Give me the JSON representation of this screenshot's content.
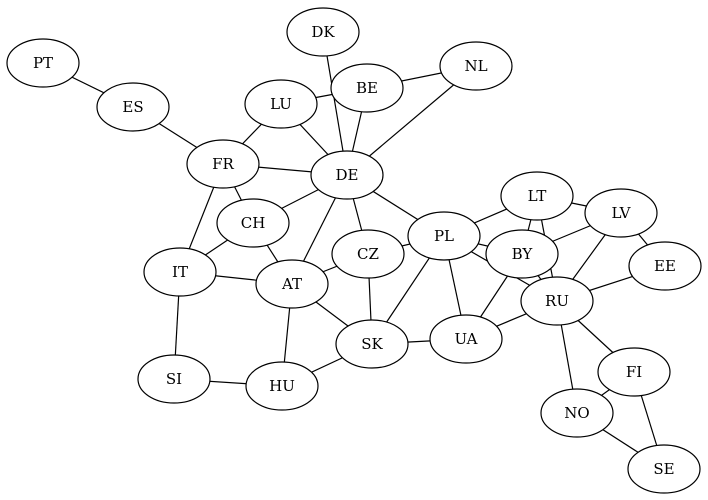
{
  "diagram": {
    "nodes": [
      {
        "id": "PT",
        "label": "PT"
      },
      {
        "id": "ES",
        "label": "ES"
      },
      {
        "id": "DK",
        "label": "DK"
      },
      {
        "id": "LU",
        "label": "LU"
      },
      {
        "id": "BE",
        "label": "BE"
      },
      {
        "id": "NL",
        "label": "NL"
      },
      {
        "id": "FR",
        "label": "FR"
      },
      {
        "id": "DE",
        "label": "DE"
      },
      {
        "id": "CH",
        "label": "CH"
      },
      {
        "id": "LT",
        "label": "LT"
      },
      {
        "id": "LV",
        "label": "LV"
      },
      {
        "id": "PL",
        "label": "PL"
      },
      {
        "id": "BY",
        "label": "BY"
      },
      {
        "id": "CZ",
        "label": "CZ"
      },
      {
        "id": "IT",
        "label": "IT"
      },
      {
        "id": "AT",
        "label": "AT"
      },
      {
        "id": "EE",
        "label": "EE"
      },
      {
        "id": "RU",
        "label": "RU"
      },
      {
        "id": "SK",
        "label": "SK"
      },
      {
        "id": "UA",
        "label": "UA"
      },
      {
        "id": "SI",
        "label": "SI"
      },
      {
        "id": "HU",
        "label": "HU"
      },
      {
        "id": "FI",
        "label": "FI"
      },
      {
        "id": "NO",
        "label": "NO"
      },
      {
        "id": "SE",
        "label": "SE"
      }
    ],
    "edges": [
      [
        "PT",
        "ES"
      ],
      [
        "ES",
        "FR"
      ],
      [
        "FR",
        "LU"
      ],
      [
        "FR",
        "DE"
      ],
      [
        "FR",
        "CH"
      ],
      [
        "FR",
        "IT"
      ],
      [
        "LU",
        "BE"
      ],
      [
        "LU",
        "DE"
      ],
      [
        "DK",
        "DE"
      ],
      [
        "BE",
        "DE"
      ],
      [
        "BE",
        "NL"
      ],
      [
        "NL",
        "DE"
      ],
      [
        "DE",
        "CH"
      ],
      [
        "DE",
        "AT"
      ],
      [
        "DE",
        "CZ"
      ],
      [
        "DE",
        "PL"
      ],
      [
        "CH",
        "IT"
      ],
      [
        "CH",
        "AT"
      ],
      [
        "IT",
        "AT"
      ],
      [
        "IT",
        "SI"
      ],
      [
        "AT",
        "CZ"
      ],
      [
        "AT",
        "SK"
      ],
      [
        "AT",
        "HU"
      ],
      [
        "CZ",
        "PL"
      ],
      [
        "CZ",
        "SK"
      ],
      [
        "PL",
        "SK"
      ],
      [
        "PL",
        "UA"
      ],
      [
        "PL",
        "BY"
      ],
      [
        "PL",
        "LT"
      ],
      [
        "PL",
        "RU"
      ],
      [
        "SK",
        "HU"
      ],
      [
        "SK",
        "UA"
      ],
      [
        "SI",
        "HU"
      ],
      [
        "LT",
        "LV"
      ],
      [
        "LT",
        "BY"
      ],
      [
        "LT",
        "RU"
      ],
      [
        "LV",
        "BY"
      ],
      [
        "LV",
        "RU"
      ],
      [
        "LV",
        "EE"
      ],
      [
        "BY",
        "RU"
      ],
      [
        "BY",
        "UA"
      ],
      [
        "UA",
        "RU"
      ],
      [
        "RU",
        "EE"
      ],
      [
        "RU",
        "FI"
      ],
      [
        "RU",
        "NO"
      ],
      [
        "FI",
        "NO"
      ],
      [
        "FI",
        "SE"
      ],
      [
        "NO",
        "SE"
      ]
    ]
  }
}
